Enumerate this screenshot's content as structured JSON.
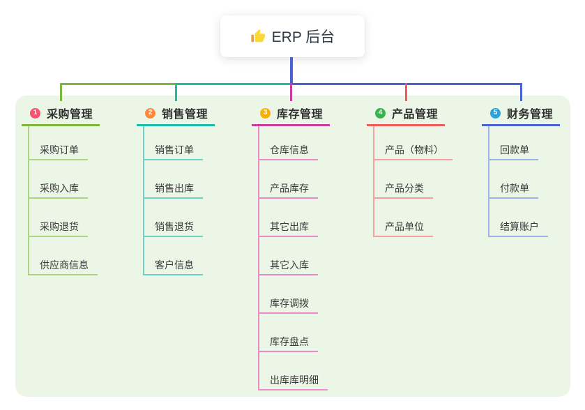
{
  "root": {
    "label": "ERP 后台",
    "icon": "thumbs-up",
    "stem_color": "#4a63d4"
  },
  "branches": [
    {
      "num": "1",
      "title": "采购管理",
      "badge_color": "#f5536e",
      "line_color": "#7cb83e",
      "child_line_color": "#abd57f",
      "children": [
        "采购订单",
        "采购入库",
        "采购退货",
        "供应商信息"
      ]
    },
    {
      "num": "2",
      "title": "销售管理",
      "badge_color": "#ff8a3e",
      "line_color": "#1bbca9",
      "child_line_color": "#72cfc3",
      "children": [
        "销售订单",
        "销售出库",
        "销售退货",
        "客户信息"
      ]
    },
    {
      "num": "3",
      "title": "库存管理",
      "badge_color": "#f9b005",
      "line_color": "#cb3c9d",
      "child_line_color": "#ec89c6",
      "children": [
        "仓库信息",
        "产品库存",
        "其它出库",
        "其它入库",
        "库存调拨",
        "库存盘点",
        "出库库明细"
      ]
    },
    {
      "num": "4",
      "title": "产品管理",
      "badge_color": "#36b34a",
      "line_color": "#f25b5b",
      "child_line_color": "#f79e9e",
      "children": [
        "产品（物料）",
        "产品分类",
        "产品单位"
      ]
    },
    {
      "num": "5",
      "title": "财务管理",
      "badge_color": "#2ba2dc",
      "line_color": "#4a63d4",
      "child_line_color": "#9ab3e8",
      "children": [
        "回款单",
        "付款单",
        "结算账户"
      ]
    }
  ]
}
